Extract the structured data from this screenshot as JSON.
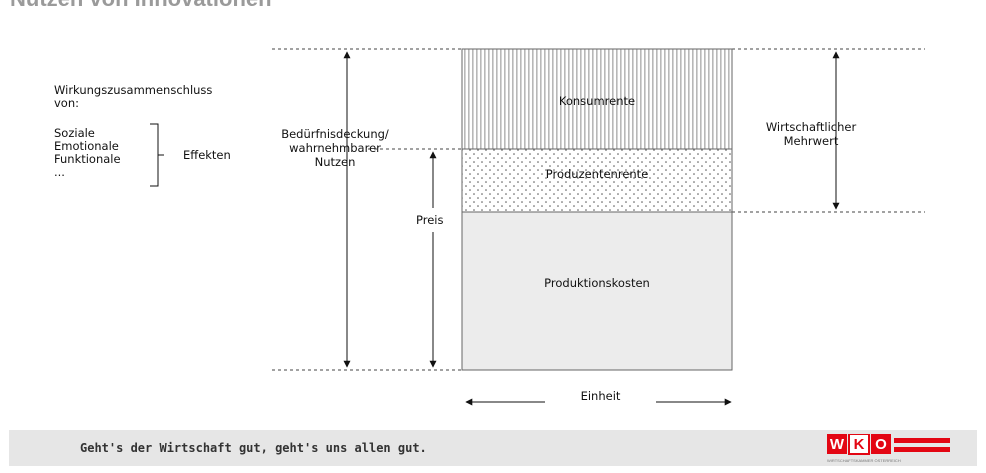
{
  "title": "Nutzen von Innovationen",
  "effects": {
    "heading": "Wirkungszusammenschluss",
    "heading2": "von:",
    "items": [
      "Soziale",
      "Emotionale",
      "Funktionale",
      "..."
    ],
    "label": "Effekten"
  },
  "need_label": [
    "Bedürfnisdeckung/",
    "wahrnehmbarer",
    "Nutzen"
  ],
  "price_label": "Preis",
  "bar": {
    "segments": [
      "Konsumrente",
      "Produzentenrente",
      "Produktionskosten"
    ]
  },
  "value_label": [
    "Wirtschaftlicher",
    "Mehrwert"
  ],
  "unit_label": "Einheit",
  "footer": {
    "slogan": "Geht's der Wirtschaft gut, geht's uns allen gut.",
    "logo_letters": [
      "W",
      "K",
      "O"
    ],
    "logo_subtext": "WIRTSCHAFTSKAMMER ÖSTERREICH",
    "colors": {
      "red": "#e30613",
      "bg": "#e6e6e6"
    }
  }
}
